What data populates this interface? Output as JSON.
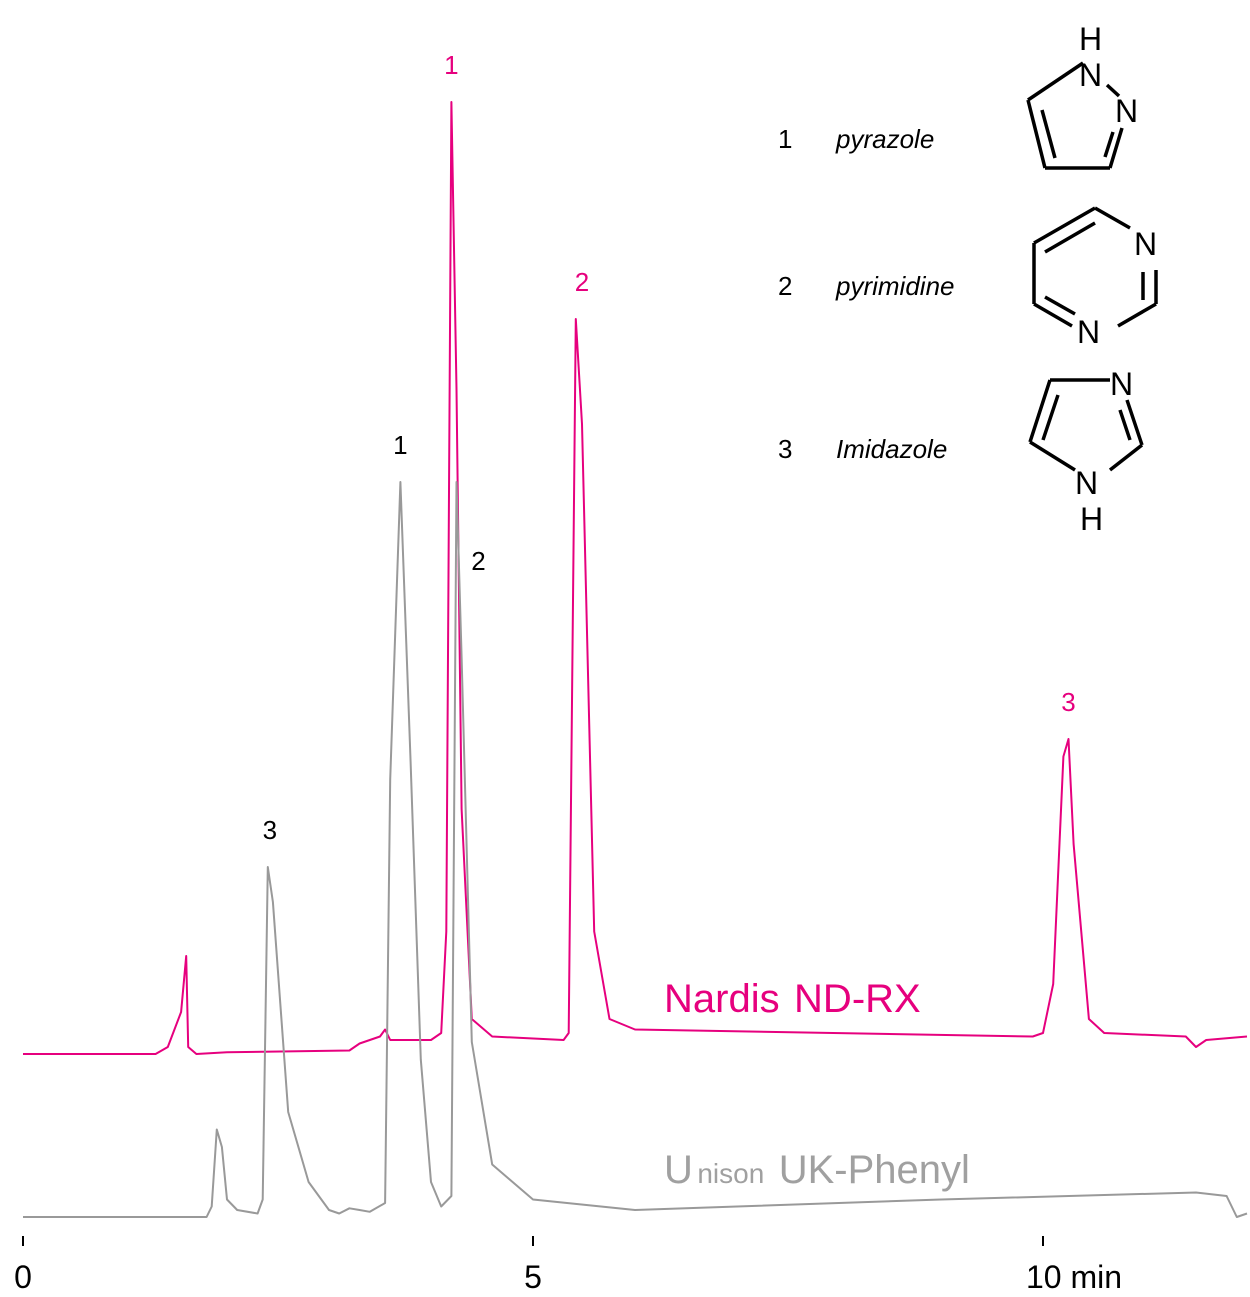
{
  "chart_data": {
    "type": "line",
    "x_axis": {
      "ticks": [
        0,
        5,
        10
      ],
      "tick_labels": [
        "0",
        "5",
        "10 min"
      ],
      "range": [
        0,
        12
      ]
    },
    "series": [
      {
        "name": "Nardis ND-RX",
        "color": "#e6007e",
        "points": [
          [
            0,
            0
          ],
          [
            1.3,
            0
          ],
          [
            1.42,
            0.02
          ],
          [
            1.55,
            0.12
          ],
          [
            1.6,
            0.28
          ],
          [
            1.62,
            0.02
          ],
          [
            1.7,
            0
          ],
          [
            2.0,
            0.005
          ],
          [
            3.2,
            0.01
          ],
          [
            3.3,
            0.03
          ],
          [
            3.5,
            0.05
          ],
          [
            3.55,
            0.07
          ],
          [
            3.6,
            0.04
          ],
          [
            4.0,
            0.04
          ],
          [
            4.1,
            0.06
          ],
          [
            4.15,
            0.35
          ],
          [
            4.2,
            2.72
          ],
          [
            4.25,
            1.9
          ],
          [
            4.3,
            0.7
          ],
          [
            4.4,
            0.1
          ],
          [
            4.6,
            0.05
          ],
          [
            5.3,
            0.04
          ],
          [
            5.35,
            0.06
          ],
          [
            5.42,
            2.1
          ],
          [
            5.48,
            1.8
          ],
          [
            5.6,
            0.35
          ],
          [
            5.75,
            0.1
          ],
          [
            6.0,
            0.07
          ],
          [
            9.9,
            0.05
          ],
          [
            10.0,
            0.06
          ],
          [
            10.1,
            0.2
          ],
          [
            10.2,
            0.85
          ],
          [
            10.25,
            0.9
          ],
          [
            10.3,
            0.6
          ],
          [
            10.45,
            0.1
          ],
          [
            10.6,
            0.06
          ],
          [
            11.4,
            0.05
          ],
          [
            11.5,
            0.02
          ],
          [
            11.6,
            0.04
          ],
          [
            12,
            0.05
          ]
        ],
        "peak_labels": [
          {
            "label": "1",
            "x": 4.2,
            "y": 2.72
          },
          {
            "label": "2",
            "x": 5.48,
            "y": 2.1
          },
          {
            "label": "3",
            "x": 10.25,
            "y": 0.9
          }
        ]
      },
      {
        "name": "Unison UK-Phenyl",
        "color": "#999999",
        "points": [
          [
            0,
            0
          ],
          [
            1.8,
            0
          ],
          [
            1.85,
            0.03
          ],
          [
            1.9,
            0.25
          ],
          [
            1.95,
            0.2
          ],
          [
            2.0,
            0.05
          ],
          [
            2.1,
            0.02
          ],
          [
            2.3,
            0.01
          ],
          [
            2.35,
            0.05
          ],
          [
            2.4,
            1.0
          ],
          [
            2.45,
            0.9
          ],
          [
            2.6,
            0.3
          ],
          [
            2.8,
            0.1
          ],
          [
            3.0,
            0.02
          ],
          [
            3.1,
            0.01
          ],
          [
            3.2,
            0.025
          ],
          [
            3.3,
            0.02
          ],
          [
            3.4,
            0.015
          ],
          [
            3.55,
            0.04
          ],
          [
            3.6,
            1.25
          ],
          [
            3.7,
            2.1
          ],
          [
            3.8,
            1.3
          ],
          [
            3.9,
            0.45
          ],
          [
            4.0,
            0.1
          ],
          [
            4.1,
            0.03
          ],
          [
            4.2,
            0.06
          ],
          [
            4.25,
            2.1
          ],
          [
            4.3,
            1.6
          ],
          [
            4.4,
            0.5
          ],
          [
            4.6,
            0.15
          ],
          [
            5.0,
            0.05
          ],
          [
            6.0,
            0.02
          ],
          [
            7.0,
            0.03
          ],
          [
            9.0,
            0.05
          ],
          [
            11.5,
            0.07
          ],
          [
            11.8,
            0.06
          ],
          [
            11.9,
            0.0
          ],
          [
            12,
            0.01
          ]
        ],
        "peak_labels": [
          {
            "label": "3",
            "x": 2.42,
            "y": 1.0
          },
          {
            "label": "1",
            "x": 3.7,
            "y": 2.1
          },
          {
            "label": "2",
            "x": 4.25,
            "y": 2.1
          }
        ]
      }
    ],
    "legend": [
      {
        "num": "1",
        "name": "pyrazole"
      },
      {
        "num": "2",
        "name": "pyrimidine"
      },
      {
        "num": "3",
        "name": "Imidazole"
      }
    ],
    "structure_atoms": {
      "pyrazole": [
        "H",
        "N",
        "N"
      ],
      "pyrimidine": [
        "N",
        "N"
      ],
      "imidazole": [
        "N",
        "N",
        "H"
      ]
    },
    "column_labels": [
      {
        "prefix": "",
        "name": "Nardis",
        "suffix": "ND-RX",
        "color": "#e6007e"
      },
      {
        "prefix": "U",
        "name": "nison",
        "suffix": "UK-Phenyl",
        "color": "#a0a0a0"
      }
    ]
  }
}
